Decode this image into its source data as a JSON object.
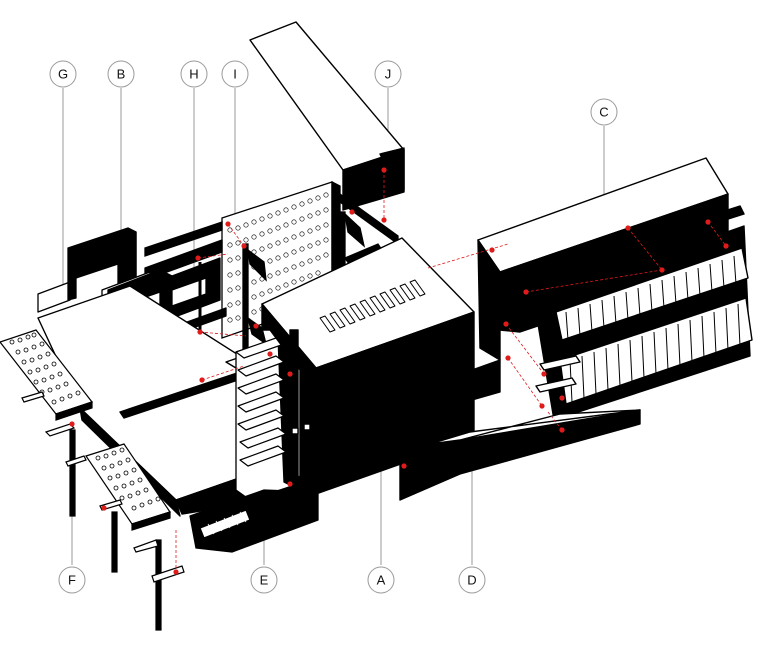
{
  "colors": {
    "ink": "#000000",
    "paper": "#ffffff",
    "leader_line": "#9a9a9a",
    "connection_point": "#e01b1b"
  },
  "callouts": {
    "A": "A",
    "B": "B",
    "C": "C",
    "D": "D",
    "E": "E",
    "F": "F",
    "G": "G",
    "H": "H",
    "I": "I",
    "J": "J"
  }
}
